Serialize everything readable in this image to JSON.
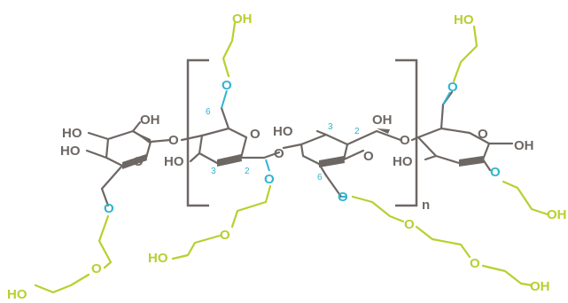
{
  "colors": {
    "backbone": "#6d6764",
    "substituent": "#b9cf2e",
    "ether_oxygen": "#2fb4cf"
  },
  "labels": {
    "oh": "OH",
    "ho": "HO",
    "o": "O",
    "repeat": "n"
  },
  "positions": {
    "c2": "2",
    "c3": "3",
    "c6": "6"
  }
}
